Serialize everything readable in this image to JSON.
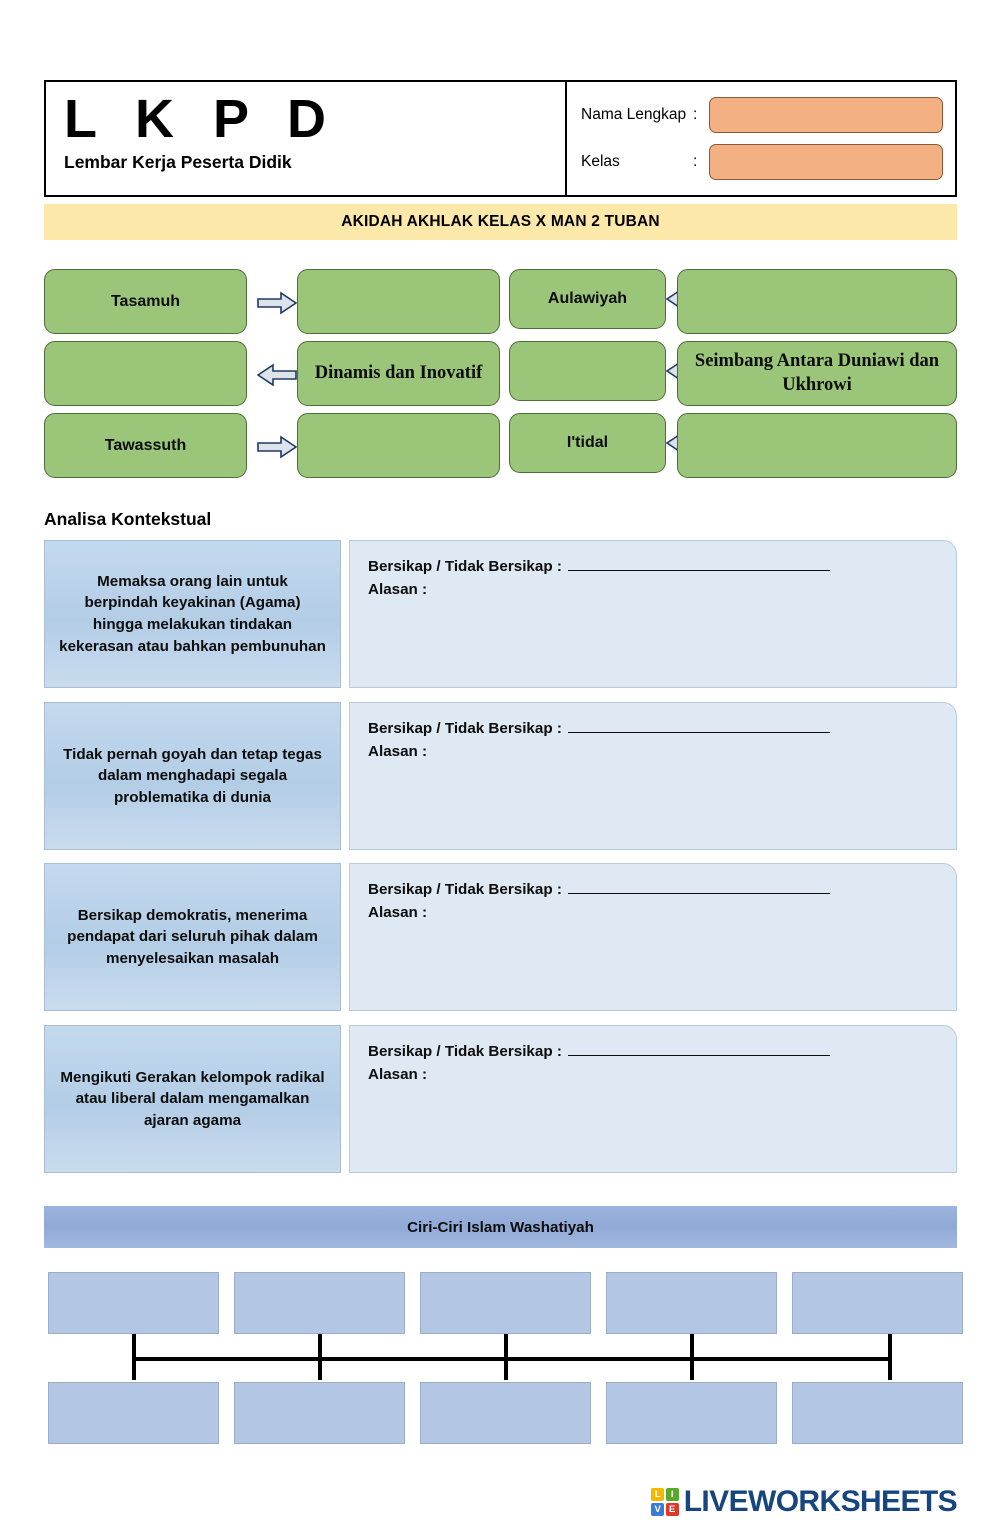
{
  "header": {
    "title": "L K P D",
    "subtitle": "Lembar Kerja Peserta Didik",
    "fields": [
      {
        "label": "Nama Lengkap",
        "colon": ":",
        "value": "",
        "placeholder": ""
      },
      {
        "label": "Kelas",
        "colon": ":",
        "value": "",
        "placeholder": ""
      }
    ],
    "input_color": "#f3b183"
  },
  "subject_bar": {
    "text": "AKIDAH AKHLAK KELAS X MAN 2 TUBAN",
    "color": "#fce8a8"
  },
  "concept_grid": {
    "fill_color": "#9bc579",
    "boxes": [
      {
        "id": "c1",
        "label": "Tasamuh",
        "font": "sans"
      },
      {
        "id": "c2",
        "label": "",
        "font": "sans"
      },
      {
        "id": "c3",
        "label": "Aulawiyah",
        "font": "sans"
      },
      {
        "id": "c4",
        "label": "",
        "font": "sans"
      },
      {
        "id": "c5",
        "label": "",
        "font": "sans"
      },
      {
        "id": "c6",
        "label": "Dinamis dan Inovatif",
        "font": "serif"
      },
      {
        "id": "c7",
        "label": "",
        "font": "sans"
      },
      {
        "id": "c8",
        "label": "Seimbang Antara Duniawi dan Ukhrowi",
        "font": "serif"
      },
      {
        "id": "c9",
        "label": "Tawassuth",
        "font": "sans"
      },
      {
        "id": "c10",
        "label": "",
        "font": "sans"
      },
      {
        "id": "c11",
        "label": "I'tidal",
        "font": "sans"
      },
      {
        "id": "c12",
        "label": "",
        "font": "sans"
      }
    ],
    "arrows": [
      {
        "id": "a1",
        "direction": "right"
      },
      {
        "id": "a2",
        "direction": "left"
      },
      {
        "id": "a3",
        "direction": "left"
      },
      {
        "id": "a4",
        "direction": "left"
      },
      {
        "id": "a5",
        "direction": "right"
      },
      {
        "id": "a6",
        "direction": "left"
      }
    ]
  },
  "analysis": {
    "section_title": "Analisa Kontekstual",
    "answer_label_1": "Bersikap / Tidak Bersikap :",
    "answer_label_2": "Alasan :",
    "items": [
      {
        "prompt": "Memaksa orang lain untuk berpindah keyakinan (Agama) hingga melakukan tindakan kekerasan atau bahkan pembunuhan"
      },
      {
        "prompt": "Tidak pernah goyah dan tetap tegas dalam menghadapi segala problematika di dunia"
      },
      {
        "prompt": "Bersikap demokratis, menerima pendapat dari seluruh pihak dalam menyelesaikan masalah"
      },
      {
        "prompt": "Mengikuti Gerakan kelompok radikal atau liberal dalam mengamalkan ajaran agama"
      }
    ]
  },
  "ciri_section": {
    "banner_title": "Ciri-Ciri Islam Washatiyah",
    "banner_color": "#90a9d6",
    "box_color": "#b3c6e3",
    "top_boxes": [
      "",
      "",
      "",
      "",
      ""
    ],
    "bottom_boxes": [
      "",
      "",
      "",
      "",
      ""
    ]
  },
  "logo": {
    "tiles": [
      {
        "letter": "L",
        "color": "#f5b800"
      },
      {
        "letter": "I",
        "color": "#5aa72c"
      },
      {
        "letter": "V",
        "color": "#3a7bd5"
      },
      {
        "letter": "E",
        "color": "#d93a2b"
      }
    ],
    "text": "LIVEWORKSHEETS",
    "text_color": "#17457f"
  }
}
